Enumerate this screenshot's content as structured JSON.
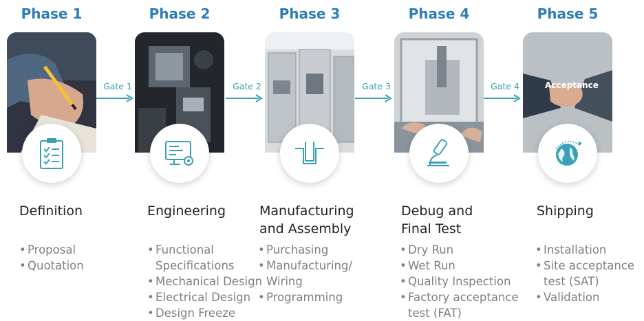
{
  "phases": [
    {
      "title": "Phase 1",
      "name_lines": [
        "Definition"
      ],
      "photo": "pen-writing-photo",
      "icon": "clipboard-checklist-icon",
      "bullets": [
        "Proposal",
        "Quotation"
      ]
    },
    {
      "title": "Phase 2",
      "name_lines": [
        "Engineering"
      ],
      "photo": "machine-assembly-photo",
      "icon": "computer-gear-icon",
      "bullets": [
        "Functional",
        "Specifications",
        "Mechanical Design",
        "Electrical Design",
        "Design Freeze"
      ]
    },
    {
      "title": "Phase 3",
      "name_lines": [
        "Manufacturing",
        "and Assembly"
      ],
      "photo": "factory-cabinets-photo",
      "icon": "bracket-channel-icon",
      "bullets": [
        "Purchasing",
        "Manufacturing/",
        "Wiring",
        "Programming"
      ]
    },
    {
      "title": "Phase 4",
      "name_lines": [
        "Debug and",
        "Final Test"
      ],
      "photo": "test-enclosure-photo",
      "icon": "microscope-icon",
      "bullets": [
        "Dry Run",
        "Wet Run",
        "Quality Inspection",
        "Factory acceptance",
        "test (FAT)"
      ]
    },
    {
      "title": "Phase 5",
      "name_lines": [
        "Shipping"
      ],
      "photo": "handshake-photo",
      "icon": "globe-plane-icon",
      "bullets": [
        "Installation",
        "Site acceptance",
        "test (SAT)",
        "Validation"
      ]
    }
  ],
  "gates": [
    "Gate 1",
    "Gate 2",
    "Gate 3",
    "Gate 4"
  ],
  "acceptance_label": "Acceptance",
  "colors": {
    "phase_title": "#2b7db8",
    "gate": "#3a9fb4",
    "bullet_text": "#7b8085",
    "icon_stroke": "#3aa0b5"
  }
}
